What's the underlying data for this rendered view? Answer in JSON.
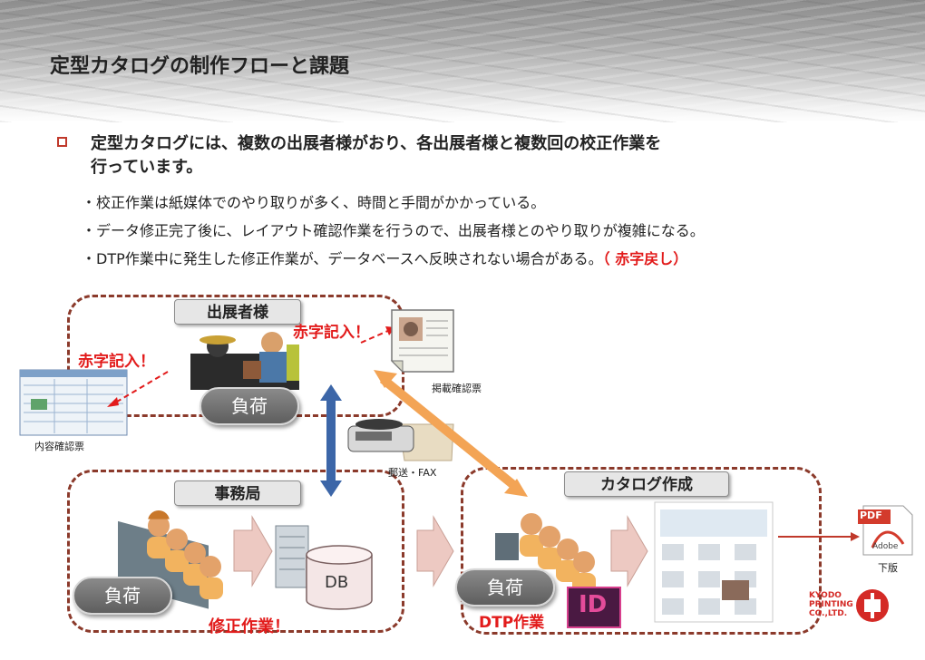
{
  "title": "定型カタログの制作フローと課題",
  "main_point": {
    "line1": "定型カタログには、複数の出展者様がおり、各出展者様と複数回の校正作業を",
    "line2": "行っています。"
  },
  "sub_points": [
    "・校正作業は紙媒体でのやり取りが多く、時間と手間がかかっている。",
    "・データ修正完了後に、レイアウト確認作業を行うので、出展者様とのやり取りが複雑になる。",
    "・DTP作業中に発生した修正作業が、データベースへ反映されない場合がある。"
  ],
  "sub_point3_red": "（ 赤字戻し）",
  "diagram": {
    "exhibitor_label": "出展者様",
    "office_label": "事務局",
    "catalog_label": "カタログ作成",
    "load": "負荷",
    "red_entry": "赤字記入！",
    "red_entry_doc": "赤字記入！",
    "content_confirm": "内容確認票",
    "publish_confirm": "掲載確認票",
    "mail_fax": "郵送・FAX",
    "db": "DB",
    "fix_work": "修正作業！",
    "dtp_work": "DTP作業",
    "id_badge": "ID",
    "pdf_badge": "PDF",
    "adobe": "Adobe",
    "final": "下版",
    "kyodo_line1": "KYODO",
    "kyodo_line2": "PRINTING",
    "kyodo_line3": "CO.,LTD."
  }
}
